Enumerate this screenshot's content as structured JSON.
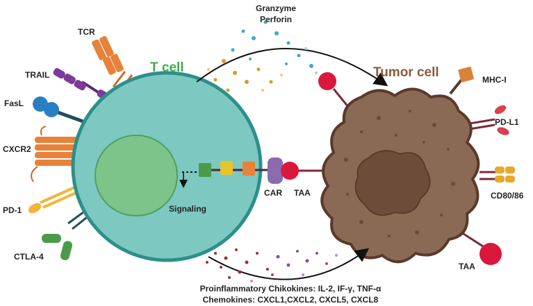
{
  "labels": {
    "t_cell": "T cell",
    "tumor_cell": "Tumor cell",
    "granzyme": "Granzyme",
    "perforin": "Perforin",
    "tcr": "TCR",
    "trail": "TRAIL",
    "fasl": "FasL",
    "cxcr2": "CXCR2",
    "pd1": "PD-1",
    "ctla4": "CTLA-4",
    "signaling": "Signaling",
    "car": "CAR",
    "taa_center": "TAA",
    "mhc1": "MHC-I",
    "pdl1": "PD-L1",
    "cd80": "CD80/86",
    "taa_bottom": "TAA",
    "cytokines": "Proinflammatory Chikokines: IL-2, IF-γ, TNF-α",
    "chemokines": "Chemokines: CXCL1,CXCL2, CXCL5, CXCL8"
  },
  "colors": {
    "t_cell_fill": "#7ec8c2",
    "t_cell_border": "#2d8f8a",
    "nucleus": "#7cc48a",
    "tumor": "#8b6a55",
    "tumor_nucleus": "#6e4c3a",
    "taa_red": "#d9183b",
    "car_purple": "#8a6bb0",
    "orange": "#e8823a",
    "purple": "#7a3b9a",
    "blue": "#2a7fc0",
    "yellow": "#f2b53a",
    "green": "#4a9a4a",
    "dark_teal": "#1f4f5a",
    "cytokine_blue": "#3aa8d8",
    "cytokine_gold": "#d89a2a",
    "chemokine_red": "#a8283a",
    "chemokine_purple": "#8a4aaa"
  }
}
